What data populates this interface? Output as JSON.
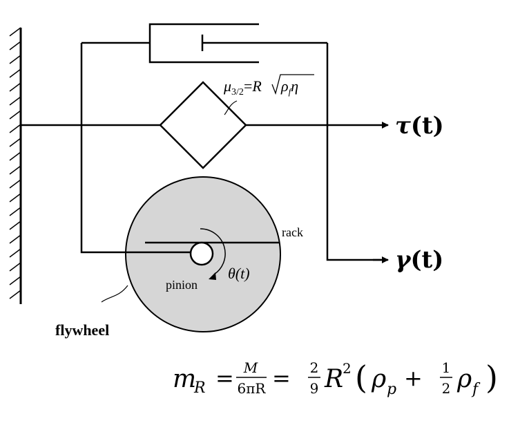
{
  "labels": {
    "mu": "μ",
    "mu_sub": "3/2",
    "mu_eq": "=R",
    "rho": "ρ",
    "rho_sub": "f",
    "eta": "η",
    "tau_sym": "τ",
    "tau_arg": "(t)",
    "gamma_sym": "γ",
    "gamma_arg": "(t)",
    "rack": "rack",
    "pinion": "pinion",
    "theta": "θ(t)",
    "flywheel": "flywheel"
  },
  "formula": {
    "m": "m",
    "m_sub": "R",
    "eq1": "=",
    "frac1_num": "M",
    "frac1_den": "6πR",
    "eq2": "=",
    "frac2_num": "2",
    "frac2_den": "9",
    "R": "R",
    "R_sup": "2",
    "lparen": "(",
    "rho_p": "ρ",
    "rho_p_sub": "p",
    "plus": "+",
    "frac3_num": "1",
    "frac3_den": "2",
    "rho_f": "ρ",
    "rho_f_sub": "f",
    "rparen": ")"
  },
  "colors": {
    "line": "#000000",
    "flywheel_fill": "#d6d6d6",
    "background": "#ffffff"
  }
}
